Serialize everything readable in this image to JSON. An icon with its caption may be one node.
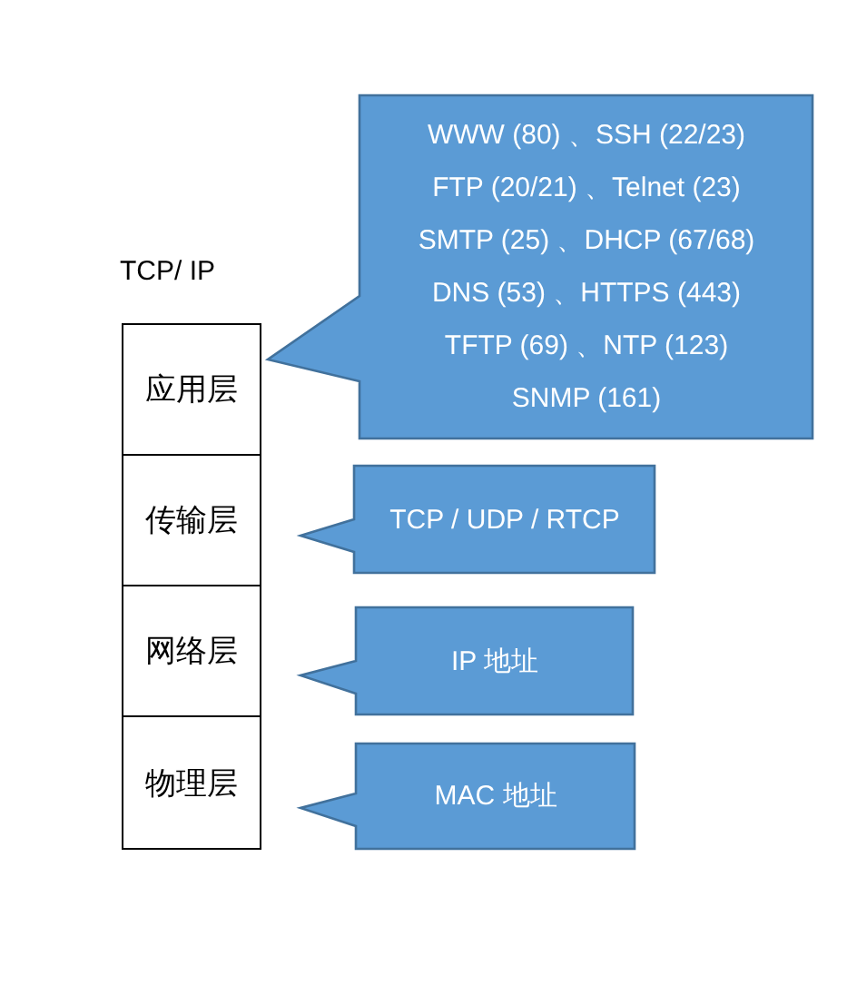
{
  "diagram": {
    "title": "TCP/ IP",
    "nodes": [
      {
        "text": [
          "应用层"
        ]
      },
      {
        "text": [
          "传输层"
        ]
      },
      {
        "text": [
          "网络层"
        ]
      },
      {
        "text": [
          "物理层"
        ]
      },
      {
        "text": [
          "WWW (80) 、SSH (22/23)",
          "FTP (20/21) 、Telnet (23)",
          "SMTP (25) 、DHCP (67/68)",
          "DNS (53) 、HTTPS (443)",
          "TFTP (69) 、NTP (123)",
          "SNMP (161)"
        ]
      },
      {
        "text": [
          "TCP / UDP / RTCP"
        ]
      },
      {
        "text": [
          "IP 地址"
        ]
      },
      {
        "text": [
          "MAC 地址"
        ]
      }
    ]
  }
}
